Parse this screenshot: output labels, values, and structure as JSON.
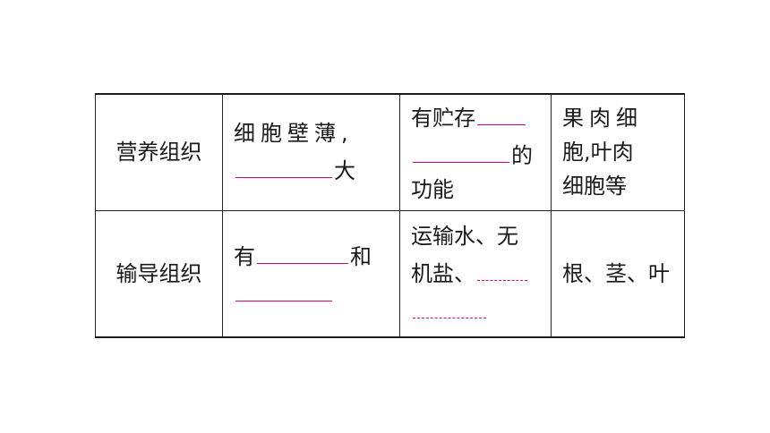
{
  "table": {
    "rows": [
      {
        "name": "营养组织",
        "structure": {
          "line1": "细胞壁薄,",
          "suffix": "大"
        },
        "function": {
          "prefix": "有贮存",
          "suffix": "的",
          "line3": "功能"
        },
        "location": {
          "line1": "果肉细",
          "line2": "胞,叶肉",
          "line3": "细胞等"
        }
      },
      {
        "name": "输导组织",
        "structure": {
          "prefix": "有",
          "middle": "和"
        },
        "function": {
          "line1": "运输水、无",
          "line2_prefix": "机盐、"
        },
        "location": {
          "text": "根、茎、叶"
        }
      }
    ]
  },
  "colors": {
    "blank_line": "#d6007a",
    "border": "#222222",
    "text": "#1a1a1a"
  }
}
